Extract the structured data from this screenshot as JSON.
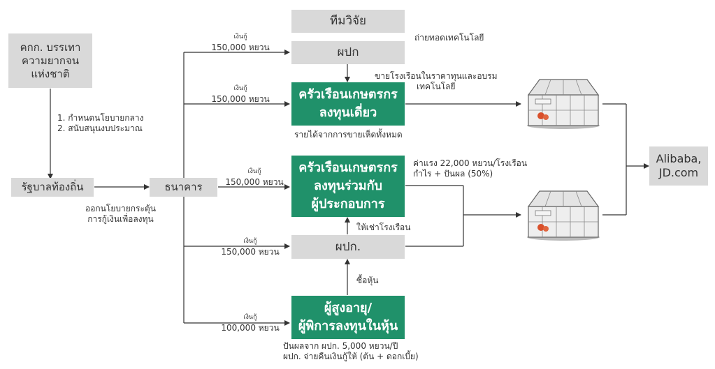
{
  "nodes": {
    "national_committee": "คกก. บรรเทา\nความยากจน\nแห่งชาติ",
    "research_team": "ทีมวิจัย",
    "village_council_top": "ผปก",
    "household_solo": "ครัวเรือนเกษตรกร\nลงทุนเดี่ยว",
    "household_joint": "ครัวเรือนเกษตรกร\nลงทุนร่วมกับ\nผู้ประกอบการ",
    "village_council_mid": "ผปก.",
    "elderly_disabled": "ผู้สูงอายุ/\nผู้พิการลงทุนในหุ้น",
    "local_government": "รัฐบาลท้องถิ่น",
    "bank": "ธนาคาร",
    "markets": "Alibaba,\nJD.com"
  },
  "labels": {
    "central_policy": "1. กำหนดนโยบายกลาง\n2. สนับสนุนงบประมาณ",
    "policy_stimulus": "ออกนโยบายกระตุ้น\nการกู้เงินเพื่อลงทุน",
    "tech_transfer": "ถ่ายทอดเทคโนโลยี",
    "sell_greenhouse": "ขายโรงเรือนในราคาทุนและอบรม\nเทคโนโลยี",
    "income_all": "รายได้จากการขายเห็ดทั้งหมด",
    "wage_dividend": "ค่าแรง 22,000 หยวน/โรงเรือน\nกำไร + ปันผล (50%)",
    "rent_greenhouse": "ให้เช่าโรงเรือน",
    "buy_shares": "ซื้อหุ้น",
    "dividend_note": "ปันผลจาก ผปก. 5,000 หยวน/ปี\nผปก. จ่ายคืนเงินกู้ให้ (ต้น + ดอกเบี้ย)"
  },
  "loans": {
    "loan_label": "เงินกู้",
    "to_council_top": "150,000 หยวน",
    "to_household_solo": "150,000 หยวน",
    "to_household_joint": "150,000 หยวน",
    "to_council_mid": "150,000 หยวน",
    "to_elderly": "100,000 หยวน"
  },
  "icons": {
    "greenhouse_top": "greenhouse-icon",
    "greenhouse_bottom": "greenhouse-icon"
  },
  "colors": {
    "green": "#20916a",
    "grey": "#d9d9d9",
    "line": "#333333"
  }
}
